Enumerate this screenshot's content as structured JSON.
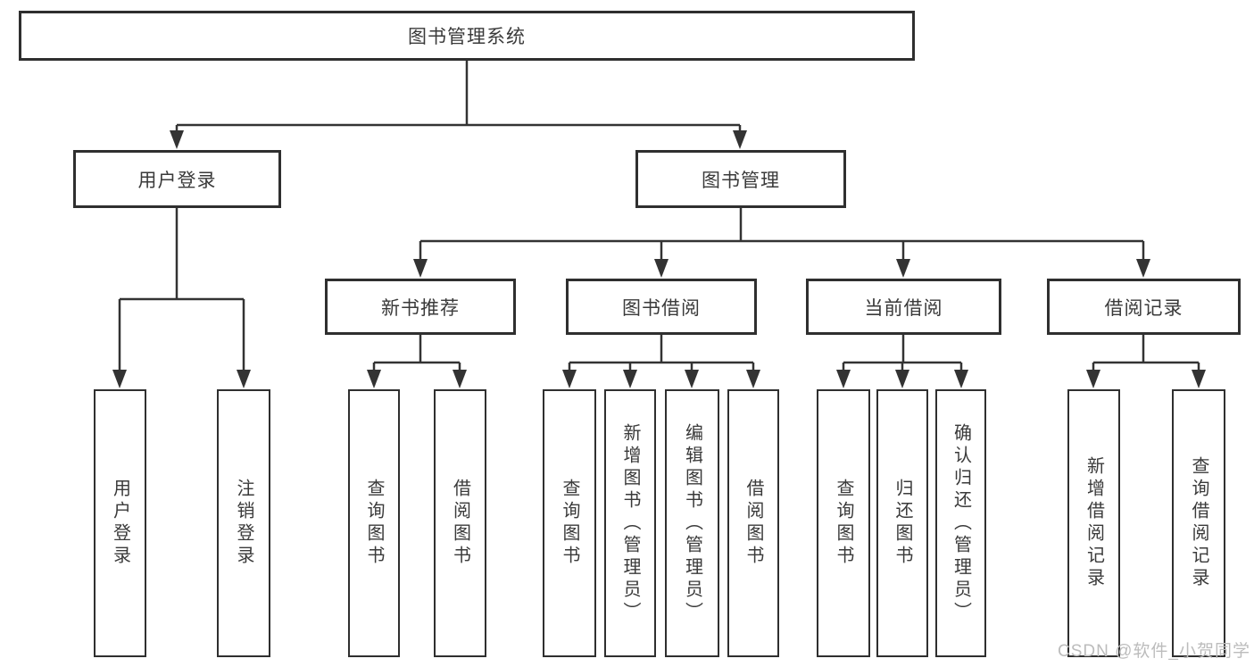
{
  "diagram": {
    "root": "图书管理系统",
    "level2": [
      "用户登录",
      "图书管理"
    ],
    "level3": [
      "新书推荐",
      "图书借阅",
      "当前借阅",
      "借阅记录"
    ],
    "leaves": [
      "用户登录",
      "注销登录",
      "查询图书",
      "借阅图书",
      "查询图书",
      "新增图书（管理员）",
      "编辑图书（管理员）",
      "借阅图书",
      "查询图书",
      "归还图书",
      "确认归还（管理员）",
      "新增借阅记录",
      "查询借阅记录"
    ]
  },
  "watermark": "CSDN @软件_小贺同学",
  "colors": {
    "line": "#333333",
    "box_border": "#2f2f2f",
    "box_fill": "#ffffff",
    "text": "#3a3a3a",
    "watermark": "#bcbcbc",
    "background": "#ffffff"
  }
}
